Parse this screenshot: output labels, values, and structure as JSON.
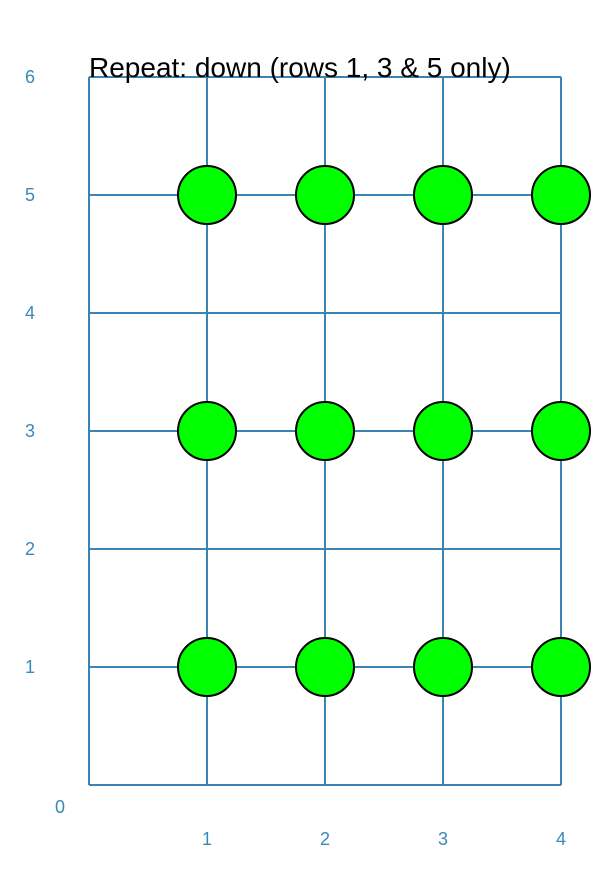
{
  "chart_data": {
    "type": "scatter",
    "title": "Repeat: down (rows 1, 3 & 5 only)",
    "xlabel": "",
    "ylabel": "",
    "xlim": [
      0,
      4
    ],
    "ylim": [
      0,
      6
    ],
    "x_ticks": [
      1,
      2,
      3,
      4
    ],
    "y_ticks": [
      1,
      2,
      3,
      4,
      5,
      6
    ],
    "origin_label": "0",
    "grid": true,
    "grid_color": "#3a83b4",
    "tick_label_color": "#3a88b8",
    "marker_color": "#00ff00",
    "marker_edge_color": "#000000",
    "points": [
      {
        "x": 1,
        "y": 1
      },
      {
        "x": 2,
        "y": 1
      },
      {
        "x": 3,
        "y": 1
      },
      {
        "x": 4,
        "y": 1
      },
      {
        "x": 1,
        "y": 3
      },
      {
        "x": 2,
        "y": 3
      },
      {
        "x": 3,
        "y": 3
      },
      {
        "x": 4,
        "y": 3
      },
      {
        "x": 1,
        "y": 5
      },
      {
        "x": 2,
        "y": 5
      },
      {
        "x": 3,
        "y": 5
      },
      {
        "x": 4,
        "y": 5
      }
    ]
  }
}
